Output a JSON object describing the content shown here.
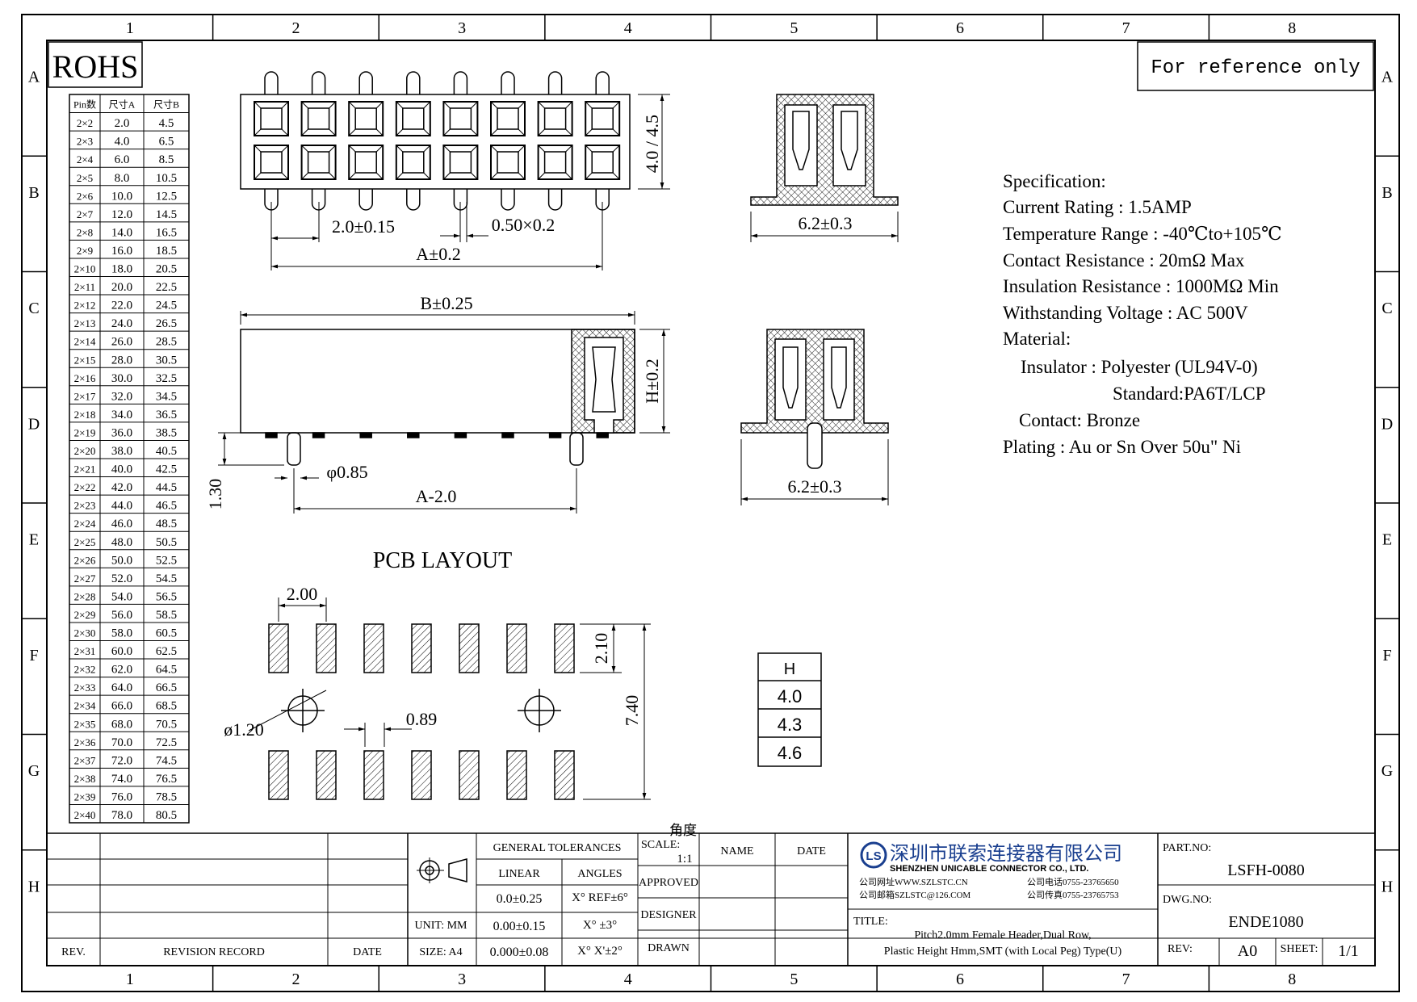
{
  "rohs": "ROHS",
  "reference_note": "For reference only",
  "grid": {
    "columns": [
      "1",
      "2",
      "3",
      "4",
      "5",
      "6",
      "7",
      "8"
    ],
    "rows": [
      "A",
      "B",
      "C",
      "D",
      "E",
      "F",
      "G",
      "H"
    ]
  },
  "pin_table": {
    "headers": [
      "Pin数",
      "尺寸A",
      "尺寸B"
    ],
    "rows": [
      [
        "2×2",
        "2.0",
        "4.5"
      ],
      [
        "2×3",
        "4.0",
        "6.5"
      ],
      [
        "2×4",
        "6.0",
        "8.5"
      ],
      [
        "2×5",
        "8.0",
        "10.5"
      ],
      [
        "2×6",
        "10.0",
        "12.5"
      ],
      [
        "2×7",
        "12.0",
        "14.5"
      ],
      [
        "2×8",
        "14.0",
        "16.5"
      ],
      [
        "2×9",
        "16.0",
        "18.5"
      ],
      [
        "2×10",
        "18.0",
        "20.5"
      ],
      [
        "2×11",
        "20.0",
        "22.5"
      ],
      [
        "2×12",
        "22.0",
        "24.5"
      ],
      [
        "2×13",
        "24.0",
        "26.5"
      ],
      [
        "2×14",
        "26.0",
        "28.5"
      ],
      [
        "2×15",
        "28.0",
        "30.5"
      ],
      [
        "2×16",
        "30.0",
        "32.5"
      ],
      [
        "2×17",
        "32.0",
        "34.5"
      ],
      [
        "2×18",
        "34.0",
        "36.5"
      ],
      [
        "2×19",
        "36.0",
        "38.5"
      ],
      [
        "2×20",
        "38.0",
        "40.5"
      ],
      [
        "2×21",
        "40.0",
        "42.5"
      ],
      [
        "2×22",
        "42.0",
        "44.5"
      ],
      [
        "2×23",
        "44.0",
        "46.5"
      ],
      [
        "2×24",
        "46.0",
        "48.5"
      ],
      [
        "2×25",
        "48.0",
        "50.5"
      ],
      [
        "2×26",
        "50.0",
        "52.5"
      ],
      [
        "2×27",
        "52.0",
        "54.5"
      ],
      [
        "2×28",
        "54.0",
        "56.5"
      ],
      [
        "2×29",
        "56.0",
        "58.5"
      ],
      [
        "2×30",
        "58.0",
        "60.5"
      ],
      [
        "2×31",
        "60.0",
        "62.5"
      ],
      [
        "2×32",
        "62.0",
        "64.5"
      ],
      [
        "2×33",
        "64.0",
        "66.5"
      ],
      [
        "2×34",
        "66.0",
        "68.5"
      ],
      [
        "2×35",
        "68.0",
        "70.5"
      ],
      [
        "2×36",
        "70.0",
        "72.5"
      ],
      [
        "2×37",
        "72.0",
        "74.5"
      ],
      [
        "2×38",
        "74.0",
        "76.5"
      ],
      [
        "2×39",
        "76.0",
        "78.5"
      ],
      [
        "2×40",
        "78.0",
        "80.5"
      ]
    ]
  },
  "dims": {
    "top_height": "4.0 / 4.5",
    "pitch": "2.0±0.15",
    "pin_size": "0.50×0.2",
    "a_tol": "A±0.2",
    "side_width": "6.2±0.3",
    "b_tol": "B±0.25",
    "h_tol": "H±0.2",
    "peg_height": "1.30",
    "peg_dia": "φ0.85",
    "a_minus": "A-2.0",
    "side_width2": "6.2±0.3"
  },
  "pcb": {
    "title": "PCB LAYOUT",
    "pitch": "2.00",
    "pad_len": "2.10",
    "span": "7.40",
    "hole": "ø1.20",
    "pad_w": "0.89"
  },
  "h_table": {
    "header": "H",
    "values": [
      "4.0",
      "4.3",
      "4.6"
    ]
  },
  "spec": {
    "heading": "Specification:",
    "current": "Current Rating : 1.5AMP",
    "temp": "Temperature Range : -40℃to+105℃",
    "contact_res": "Contact Resistance : 20mΩ Max",
    "insulation": "Insulation Resistance : 1000MΩ Min",
    "voltage": "Withstanding Voltage : AC 500V",
    "material": "Material:",
    "insulator": "Insulator : Polyester (UL94V-0)",
    "standard": "Standard:PA6T/LCP",
    "contact": "Contact: Bronze",
    "plating": "Plating : Au or Sn Over 50u\" Ni"
  },
  "title_block": {
    "rev_label": "REV.",
    "revision_record": "REVISION RECORD",
    "date_label": "DATE",
    "unit": "UNIT: MM",
    "size": "SIZE: A4",
    "general_tol": "GENERAL TOLERANCES",
    "linear": "LINEAR",
    "angles": "ANGLES",
    "lin1": "0.0±0.25",
    "lin2": "0.00±0.15",
    "lin3": "0.000±0.08",
    "ang1": "X° REF±6°",
    "ang2": "X° ±3°",
    "ang3": "X° X'±2°",
    "angle_cn": "角度",
    "scale": "SCALE:",
    "scale_val": "1:1",
    "name": "NAME",
    "date2": "DATE",
    "approved": "APPROVED",
    "designer": "DESIGNER",
    "drawn": "DRAWN",
    "company_cn": "深圳市联索连接器有限公司",
    "company_en": "SHENZHEN UNICABLE CONNECTOR CO., LTD.",
    "web": "公司网址WWW.SZLSTC.CN",
    "email": "公司邮箱SZLSTC@126.COM",
    "tel": "公司电话0755-23765650",
    "fax": "公司传真0755-23765753",
    "logo": "LS",
    "title_label": "TITLE:",
    "title1": "Pitch2.0mm Female Header,Dual Row,",
    "title2": "Plastic Height Hmm,SMT (with Local Peg) Type(U)",
    "part_label": "PART.NO:",
    "part_no": "LSFH-0080",
    "dwg_label": "DWG.NO:",
    "dwg_no": "ENDE1080",
    "rev2_label": "REV:",
    "rev_val": "A0",
    "sheet_label": "SHEET:",
    "sheet_val": "1/1"
  }
}
